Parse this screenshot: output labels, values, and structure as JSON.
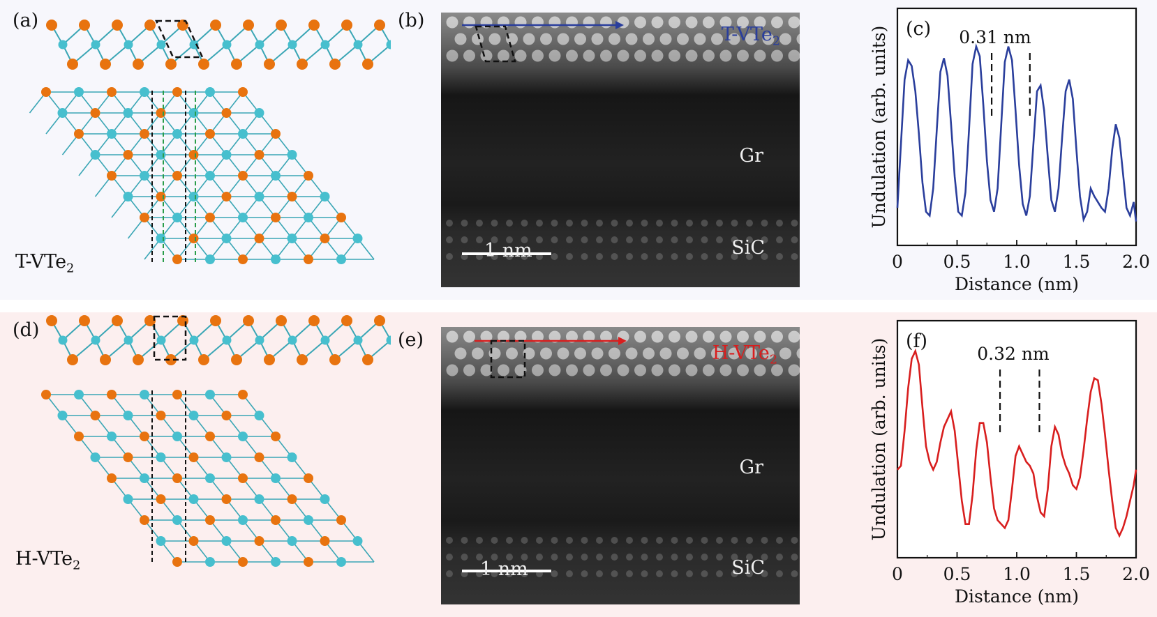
{
  "panels": {
    "a": {
      "label": "(a)",
      "structure": "T-VTe",
      "sub": "2"
    },
    "b": {
      "label": "(b)",
      "title": "T-VTe",
      "sub": "2",
      "scale": "1 nm",
      "gr": "Gr",
      "sic": "SiC",
      "arrow_color": "#2a3e9c"
    },
    "d": {
      "label": "(d)",
      "structure": "H-VTe",
      "sub": "2"
    },
    "e": {
      "label": "(e)",
      "title": "H-VTe",
      "sub": "2",
      "scale": "1 nm",
      "gr": "Gr",
      "sic": "SiC",
      "arrow_color": "#d81e1e"
    }
  },
  "colors": {
    "te_atom": "#e8730f",
    "v_atom": "#47bfce",
    "top_bg": "#f7f7fc",
    "bottom_bg": "#fcefef"
  },
  "chart_data": [
    {
      "panel": "(c)",
      "type": "line",
      "xlabel": "Distance (nm)",
      "ylabel": "Undulation (arb. units)",
      "xlim": [
        0,
        2.0
      ],
      "xticks": [
        "0",
        "0.5",
        "1.0",
        "1.5",
        "2.0"
      ],
      "annotation": "0.31 nm",
      "marker_x": [
        0.79,
        1.11
      ],
      "color": "#2a3e9c",
      "series": [
        {
          "x": [
            0.0,
            0.03,
            0.06,
            0.09,
            0.12,
            0.15,
            0.18,
            0.21,
            0.24,
            0.27,
            0.3,
            0.33,
            0.36,
            0.39,
            0.42,
            0.45,
            0.48,
            0.51,
            0.54,
            0.57,
            0.6,
            0.63,
            0.66,
            0.69,
            0.72,
            0.75,
            0.78,
            0.81,
            0.84,
            0.87,
            0.9,
            0.93,
            0.96,
            0.99,
            1.02,
            1.05,
            1.08,
            1.11,
            1.14,
            1.17,
            1.2,
            1.23,
            1.26,
            1.29,
            1.32,
            1.35,
            1.38,
            1.41,
            1.44,
            1.47,
            1.5,
            1.53,
            1.56,
            1.59,
            1.62,
            1.65,
            1.68,
            1.71,
            1.74,
            1.77,
            1.8,
            1.83,
            1.86,
            1.89,
            1.92,
            1.95,
            1.98,
            2.0
          ],
          "y": [
            0.12,
            0.45,
            0.78,
            0.88,
            0.85,
            0.72,
            0.5,
            0.25,
            0.1,
            0.08,
            0.22,
            0.52,
            0.82,
            0.89,
            0.8,
            0.55,
            0.28,
            0.1,
            0.08,
            0.2,
            0.52,
            0.86,
            0.95,
            0.9,
            0.65,
            0.36,
            0.16,
            0.1,
            0.22,
            0.55,
            0.87,
            0.95,
            0.88,
            0.62,
            0.34,
            0.14,
            0.08,
            0.18,
            0.45,
            0.72,
            0.75,
            0.62,
            0.38,
            0.16,
            0.1,
            0.22,
            0.48,
            0.72,
            0.78,
            0.68,
            0.42,
            0.18,
            0.06,
            0.1,
            0.22,
            0.18,
            0.15,
            0.12,
            0.1,
            0.22,
            0.42,
            0.55,
            0.48,
            0.3,
            0.12,
            0.08,
            0.15,
            0.05
          ]
        }
      ]
    },
    {
      "panel": "(f)",
      "type": "line",
      "xlabel": "Distance (nm)",
      "ylabel": "Undulation (arb. units)",
      "xlim": [
        0,
        2.0
      ],
      "xticks": [
        "0",
        "0.5",
        "1.0",
        "1.5",
        "2.0"
      ],
      "annotation": "0.32 nm",
      "marker_x": [
        0.86,
        1.19
      ],
      "color": "#d81e1e",
      "series": [
        {
          "x": [
            0.0,
            0.03,
            0.06,
            0.09,
            0.12,
            0.15,
            0.18,
            0.21,
            0.24,
            0.27,
            0.3,
            0.33,
            0.36,
            0.39,
            0.42,
            0.45,
            0.48,
            0.51,
            0.54,
            0.57,
            0.6,
            0.63,
            0.66,
            0.69,
            0.72,
            0.75,
            0.78,
            0.81,
            0.84,
            0.87,
            0.9,
            0.93,
            0.96,
            0.99,
            1.02,
            1.05,
            1.08,
            1.11,
            1.14,
            1.17,
            1.2,
            1.23,
            1.26,
            1.29,
            1.32,
            1.35,
            1.38,
            1.41,
            1.44,
            1.47,
            1.5,
            1.53,
            1.56,
            1.59,
            1.62,
            1.65,
            1.68,
            1.71,
            1.74,
            1.77,
            1.8,
            1.83,
            1.86,
            1.89,
            1.92,
            1.95,
            1.98,
            2.0
          ],
          "y": [
            0.38,
            0.4,
            0.58,
            0.8,
            0.95,
            0.99,
            0.92,
            0.7,
            0.5,
            0.42,
            0.38,
            0.42,
            0.52,
            0.6,
            0.64,
            0.68,
            0.58,
            0.4,
            0.22,
            0.1,
            0.1,
            0.25,
            0.48,
            0.62,
            0.62,
            0.52,
            0.34,
            0.18,
            0.12,
            0.1,
            0.08,
            0.12,
            0.28,
            0.45,
            0.5,
            0.46,
            0.42,
            0.4,
            0.36,
            0.24,
            0.16,
            0.14,
            0.28,
            0.5,
            0.6,
            0.56,
            0.46,
            0.4,
            0.36,
            0.3,
            0.28,
            0.34,
            0.48,
            0.64,
            0.78,
            0.85,
            0.84,
            0.72,
            0.56,
            0.38,
            0.22,
            0.08,
            0.04,
            0.08,
            0.14,
            0.22,
            0.3,
            0.38
          ]
        }
      ]
    }
  ]
}
